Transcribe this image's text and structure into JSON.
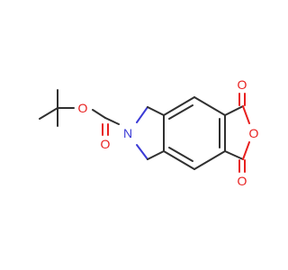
{
  "molecule": {
    "atoms": {
      "ester_o": {
        "symbol": "O",
        "color": "#e8201f"
      },
      "nitrogen": {
        "symbol": "N",
        "color": "#3b3bd6"
      },
      "carbonyl_o": {
        "symbol": "O",
        "color": "#e8201f"
      },
      "anhydride_o_top": {
        "symbol": "O",
        "color": "#e8201f"
      },
      "anhydride_ring_o": {
        "symbol": "O",
        "color": "#e8201f"
      },
      "anhydride_o_bottom": {
        "symbol": "O",
        "color": "#e8201f"
      }
    },
    "colors": {
      "carbon_bond": "#303030",
      "oxygen": "#e8201f",
      "nitrogen": "#3b3bd6"
    }
  }
}
